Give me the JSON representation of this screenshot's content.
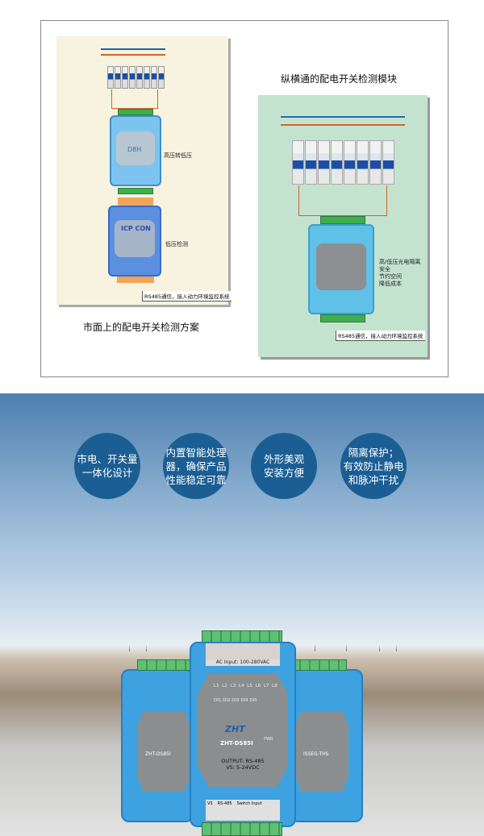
{
  "comparison": {
    "left": {
      "caption": "市面上的配电开关检测方案",
      "label_hv_to_lv": "高压转低压",
      "label_lv_detect": "低压检测",
      "rs485_note": "RS485通信，接入动力环境监控系统",
      "module_top_name": "D8H",
      "module_brand": "ICP CON"
    },
    "right": {
      "title": "纵横通的配电开关检测模块",
      "features": [
        "高/低压光电隔离",
        "安全",
        "节约空间",
        "降低成本"
      ],
      "rs485_note": "RS485通信，接入动力环境监控系统"
    }
  },
  "features_banner": {
    "circles": [
      {
        "lines": [
          "市电、开关量",
          "一体化设计"
        ]
      },
      {
        "lines": [
          "内置智能处理",
          "器，确保产品",
          "性能稳定可靠"
        ]
      },
      {
        "lines": [
          "外形美观",
          "安装方便"
        ]
      },
      {
        "lines": [
          "隔离保护；",
          "有效防止静电",
          "和脉冲干扰"
        ]
      }
    ],
    "circle_color": "#1b5e93"
  },
  "product": {
    "model": "ZHT-DS85I",
    "brand": "ZHT",
    "ac_input": "AC Input: 100-280VAC",
    "output": "OUTPUT: RS-485",
    "vs": "VS: 5-24VDC",
    "pwr": "PWR",
    "led_row1": "L1 L2 L3 L4 L5 L6 L7 L8",
    "led_row2": "DI1 DI2 DI3 DI4 DI5",
    "bottom_labels": [
      "VS",
      "RS-485",
      "Switch Input"
    ],
    "left_model": "ZHT-DS85I",
    "right_model": "ISSEG-THS"
  }
}
